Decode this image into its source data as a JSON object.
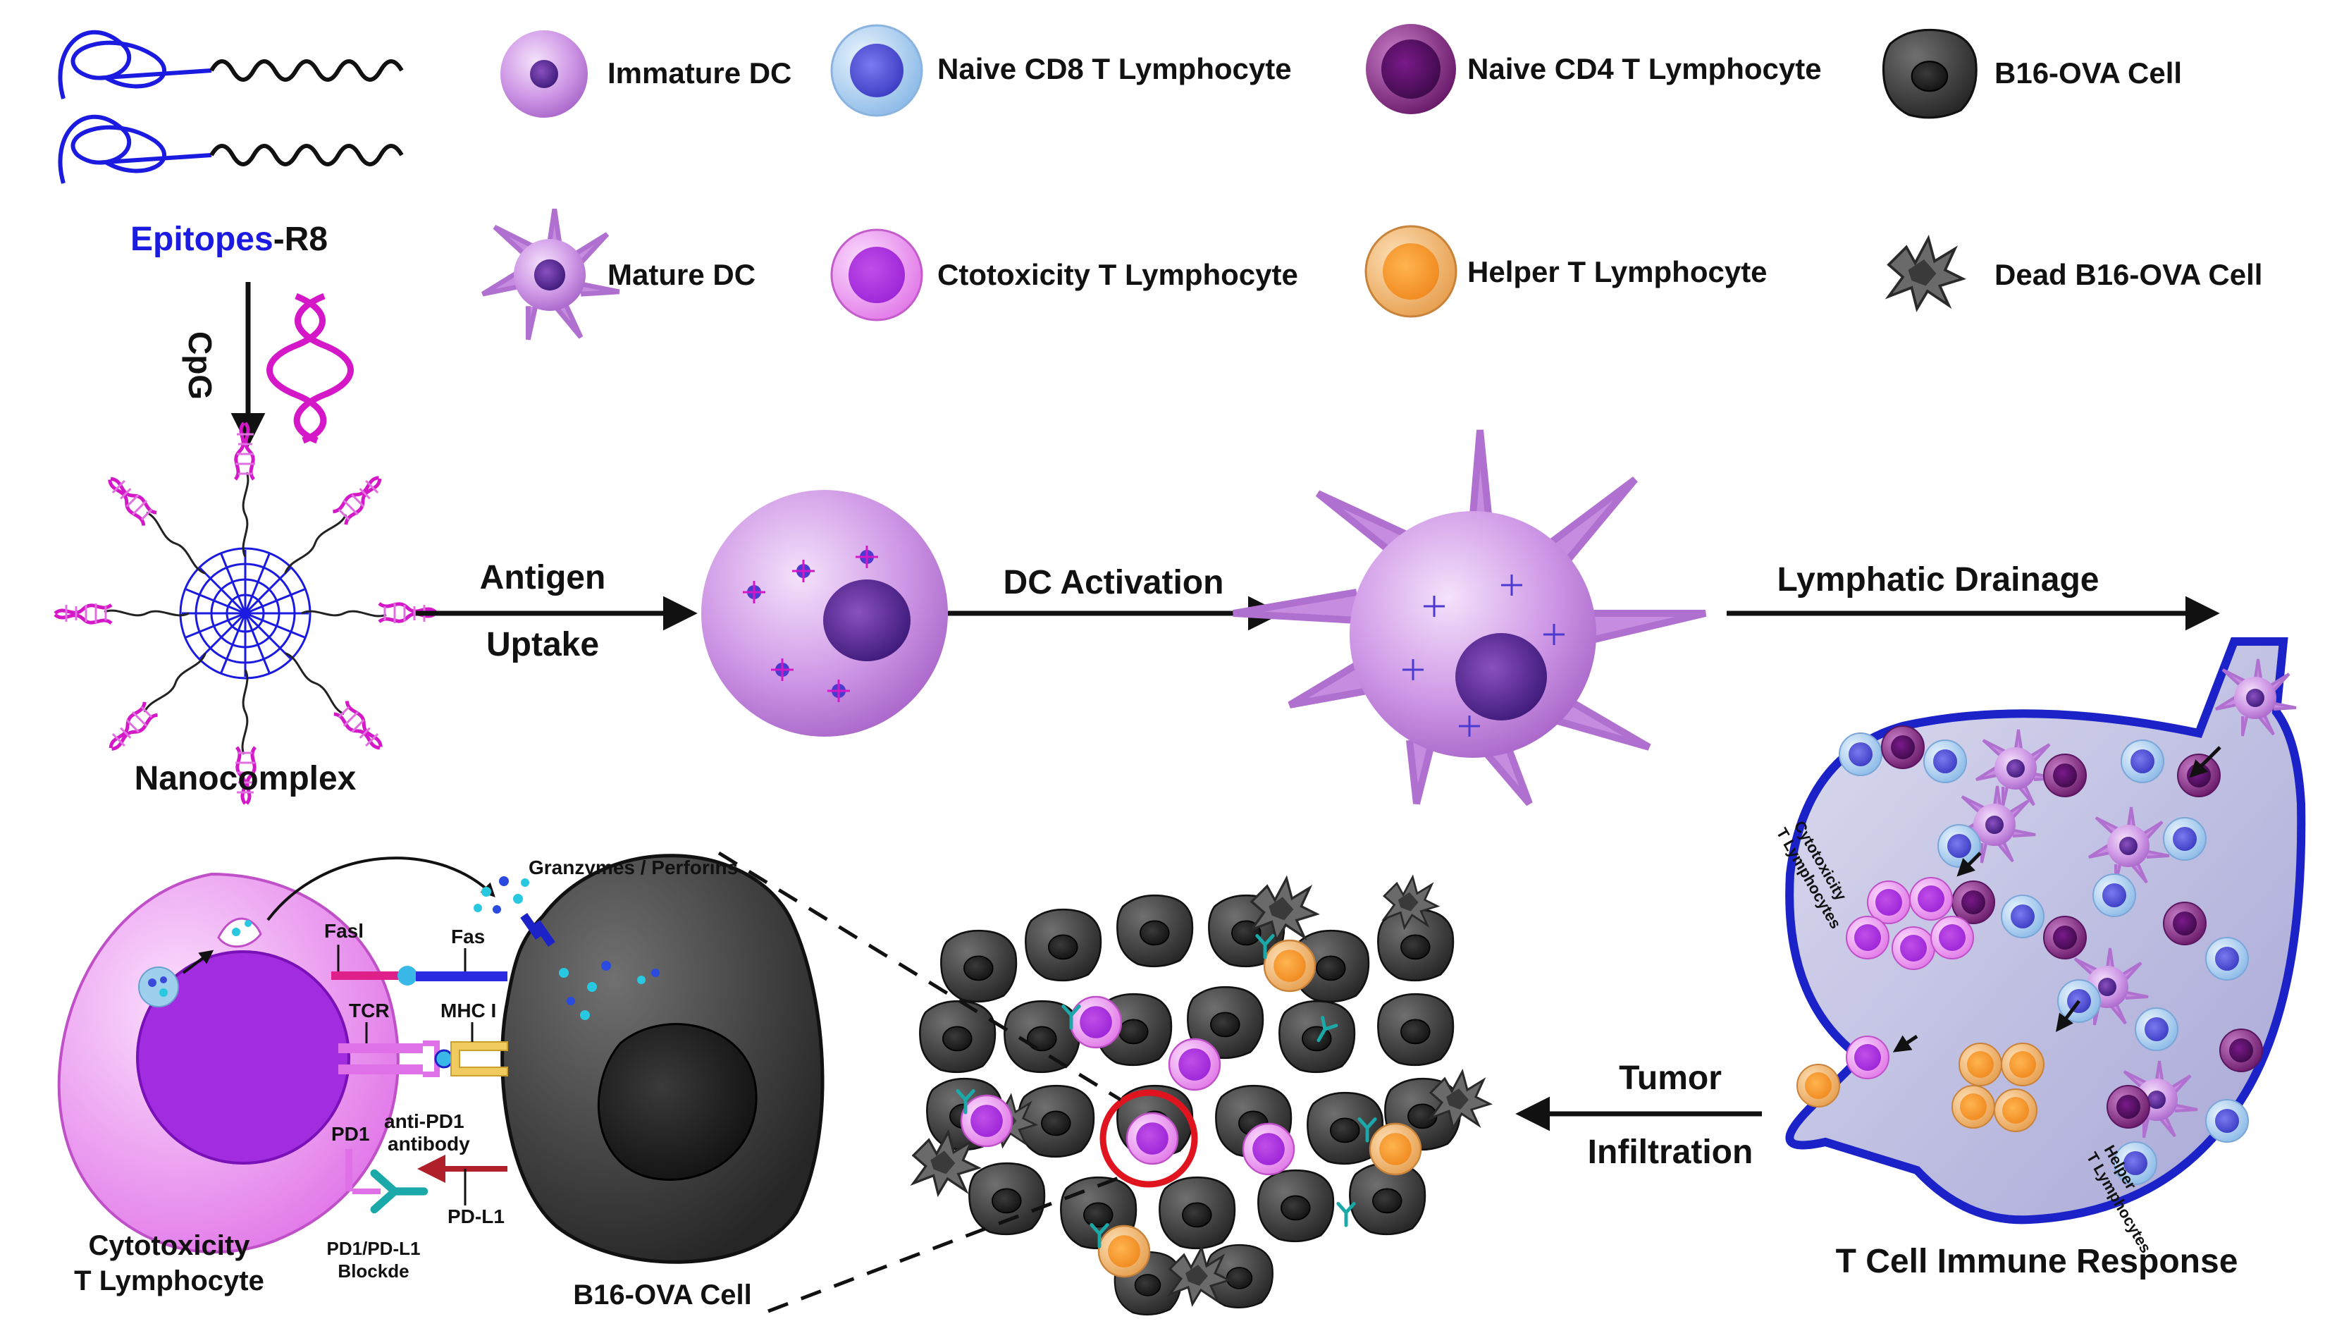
{
  "legend": {
    "immature_dc": "Immature DC",
    "naive_cd8": "Naive CD8 T Lymphocyte",
    "naive_cd4": "Naive CD4 T Lymphocyte",
    "b16_cell": "B16-OVA Cell",
    "mature_dc": "Mature DC",
    "ctl": "Ctotoxicity T Lymphocyte",
    "helper": "Helper T Lymphocyte",
    "dead_b16": "Dead B16-OVA Cell"
  },
  "synthesis": {
    "epitopes": "Epitopes",
    "r8": "-R8",
    "cpg": "CpG",
    "nanocomplex": "Nanocomplex"
  },
  "steps": {
    "antigen": "Antigen",
    "uptake": "Uptake",
    "dc_activation": "DC Activation",
    "lymphatic_drainage": "Lymphatic Drainage",
    "tumor": "Tumor",
    "infiltration": "Infiltration",
    "t_cell_response": "T Cell Immune Response"
  },
  "lymph": {
    "ctl_line1": "Cytotoxicity",
    "ctl_line2": "T Lymphocytes",
    "helper_line1": "Helper",
    "helper_line2": "T Lymphocytes"
  },
  "mechanism": {
    "granzymes": "Granzymes / Perforins",
    "fasl": "Fasl",
    "fas": "Fas",
    "tcr": "TCR",
    "mhc": "MHC I",
    "pd1": "PD1",
    "anti_pd1_1": "anti-PD1",
    "anti_pd1_2": "antibody",
    "pdl1": "PD-L1",
    "blockade_1": "PD1/PD-L1",
    "blockade_2": "Blockde",
    "ctl_line1": "Cytotoxicity",
    "ctl_line2": "T Lymphocyte",
    "b16": "B16-OVA Cell"
  },
  "colors": {
    "dc": "#c58ce0",
    "ctl": "#e070e8",
    "naive_cd8": "#9fc8ee",
    "naive_cd4": "#8a2f8a",
    "helper": "#f0a850",
    "tumor": "#3a3a3a",
    "lymph_border": "#1a22c8",
    "lymph_fill": "#c6c6e8",
    "epitope_blue": "#1a1ae0",
    "cpg_magenta": "#d418c8"
  }
}
